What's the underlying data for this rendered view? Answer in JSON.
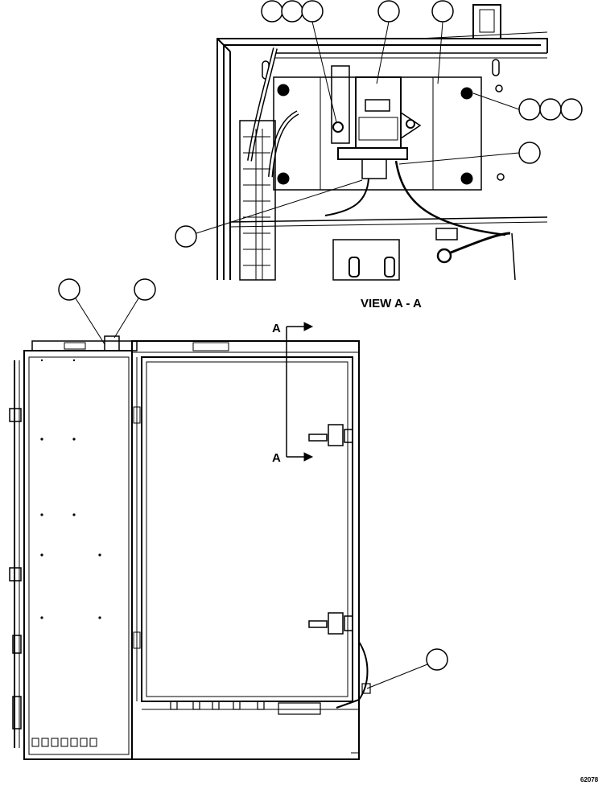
{
  "view_label": "VIEW A - A",
  "section_marker_top": "A",
  "section_marker_bottom": "A",
  "drawing_number": "62078",
  "colors": {
    "ink": "#000000",
    "paper": "#ffffff"
  }
}
